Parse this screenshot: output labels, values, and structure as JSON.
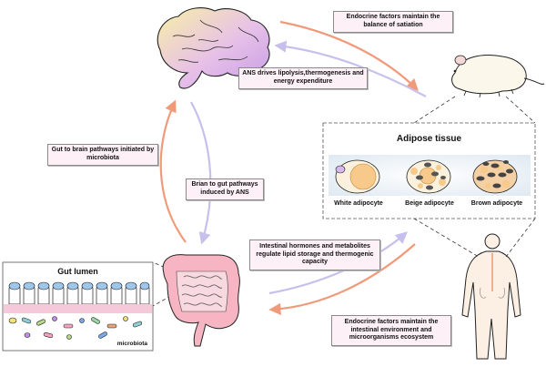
{
  "labels": {
    "endocrine_satiation": "Endocrine factors maintain the balance of satiation",
    "ans_lipolysis": "ANS drives lipolysis,thermogenesis and energy expenditure",
    "gut_to_brain": "Gut to brain pathways initiated by microbiota",
    "brain_to_gut": "Brian to gut pathways induced by ANS",
    "intestinal_hormones": "Intestinal hormones and metabolites regulate lipid storage and thermogenic capacity",
    "endocrine_intestinal": "Endocrine factors maintain the intestinal environment and microorganisms ecosystem"
  },
  "adipose": {
    "title": "Adipose tissue",
    "cells": [
      {
        "label": "White adipocyte"
      },
      {
        "label": "Beige adipocyte"
      },
      {
        "label": "Brown adipocyte"
      }
    ]
  },
  "gut": {
    "title": "Gut lumen",
    "microbiota_label": "microbiota"
  },
  "colors": {
    "arrow_orange": "#f09a7a",
    "arrow_lavender": "#c8c0ec",
    "box_fill": "#fdf0f6",
    "brain_purple": "#c9a6e6",
    "fat_orange": "#f7c98a",
    "gut_pink": "#f3a5b6"
  }
}
